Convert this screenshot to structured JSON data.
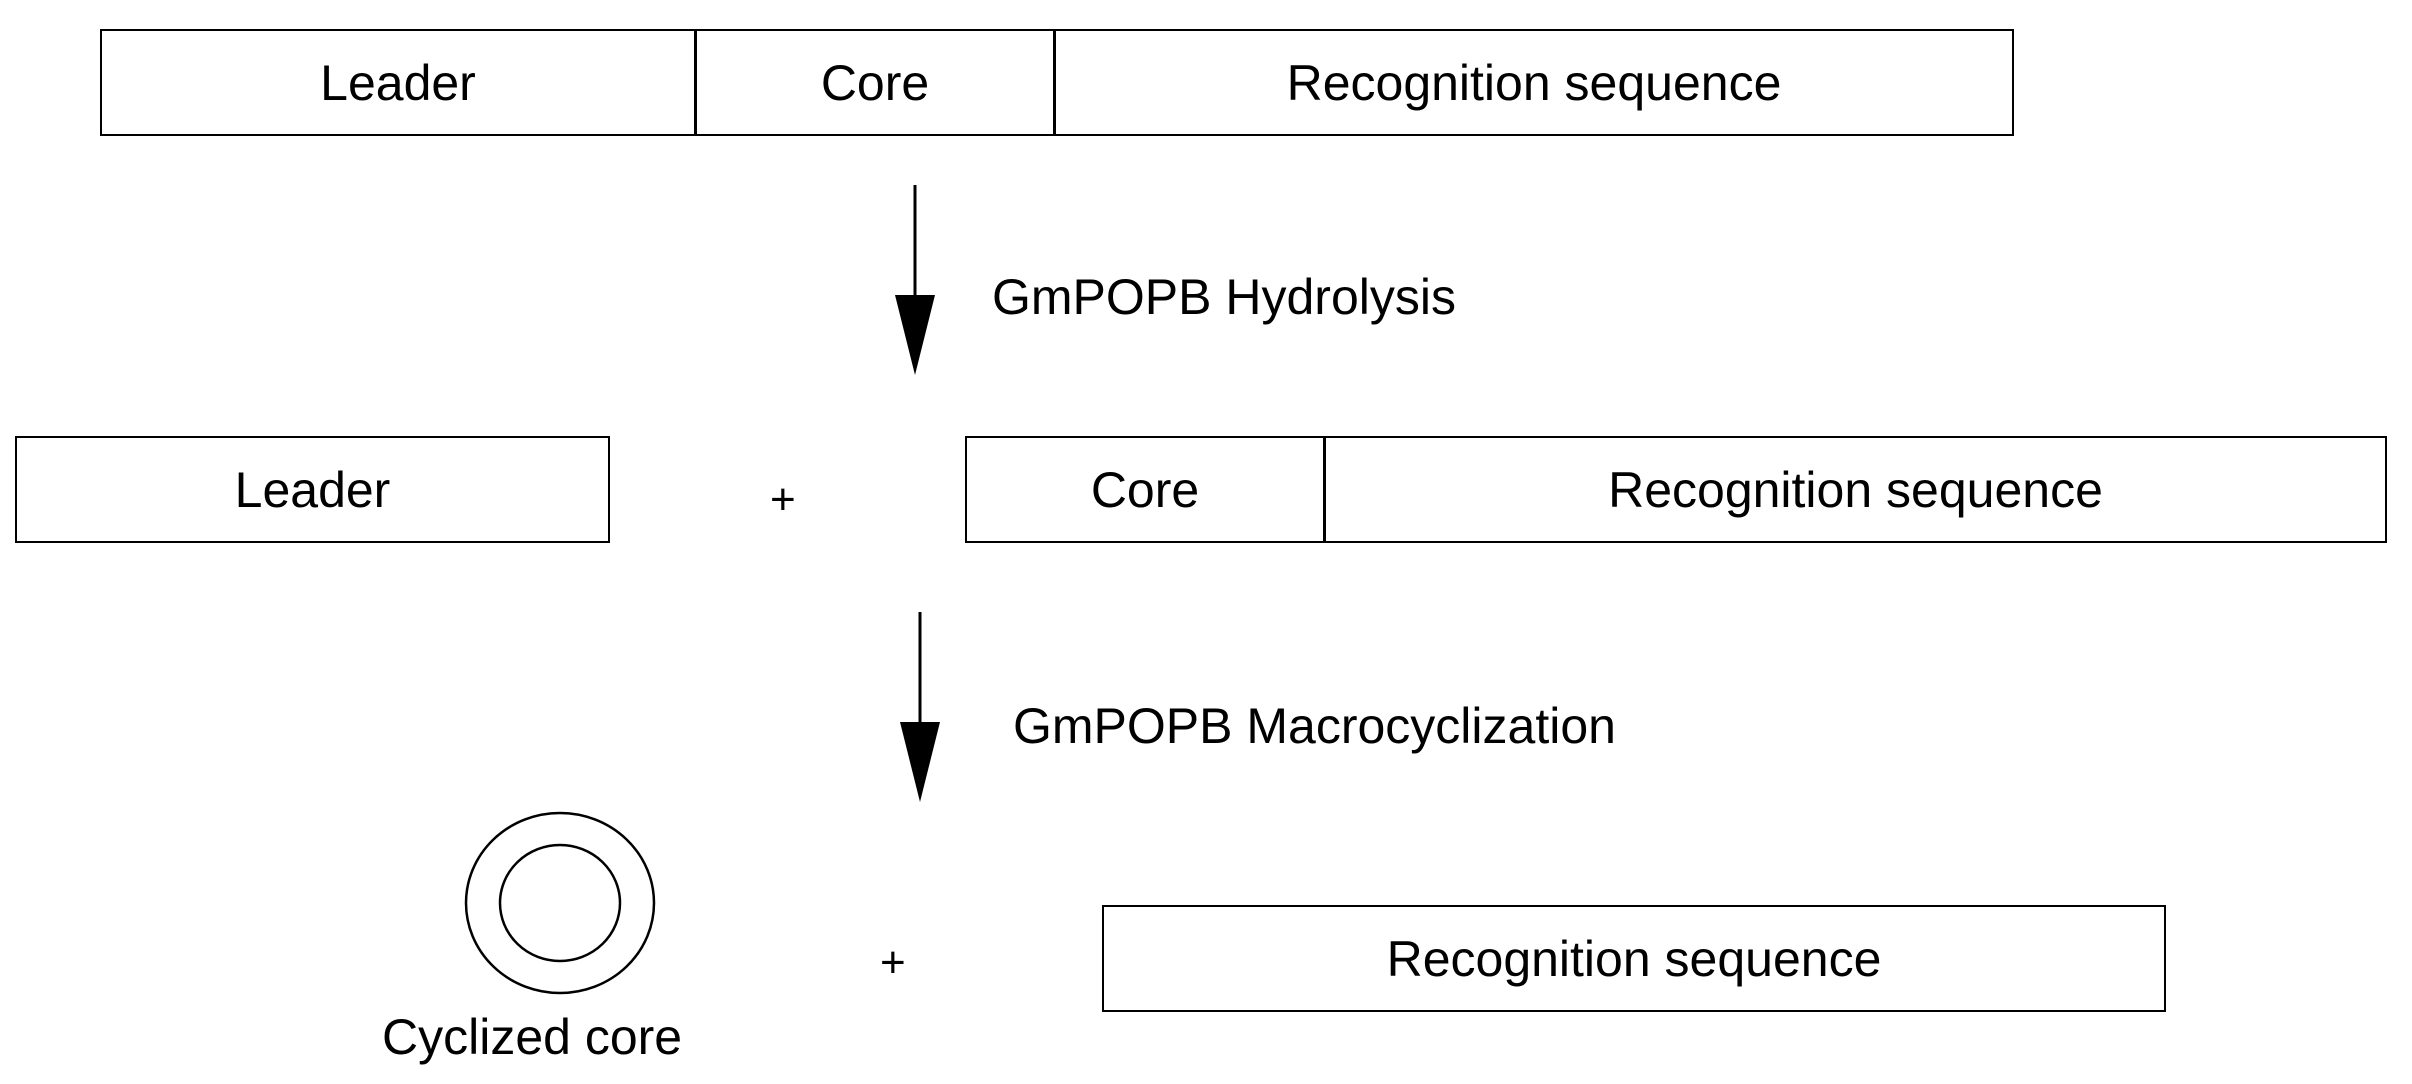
{
  "row1": {
    "leader": "Leader",
    "core": "Core",
    "recognition": "Recognition sequence"
  },
  "step1": {
    "label": "GmPOPB Hydrolysis"
  },
  "row2": {
    "leader": "Leader",
    "plus": "+",
    "core": "Core",
    "recognition": "Recognition sequence"
  },
  "step2": {
    "label": "GmPOPB Macrocyclization"
  },
  "row3": {
    "cyclized_label": "Cyclized core",
    "plus": "+",
    "recognition": "Recognition sequence"
  }
}
